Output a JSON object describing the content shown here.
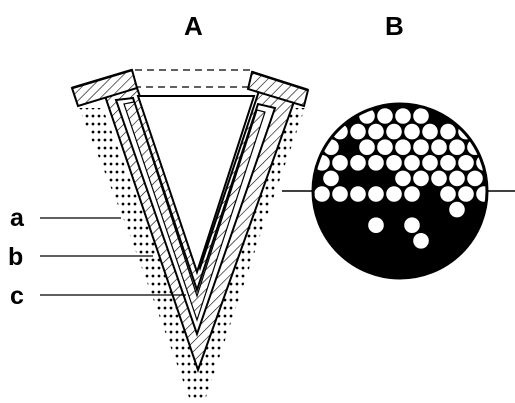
{
  "figure": {
    "panel_labels": {
      "left": "A",
      "right": "B"
    },
    "part_labels": {
      "a": "a",
      "b": "b",
      "c": "c"
    }
  }
}
